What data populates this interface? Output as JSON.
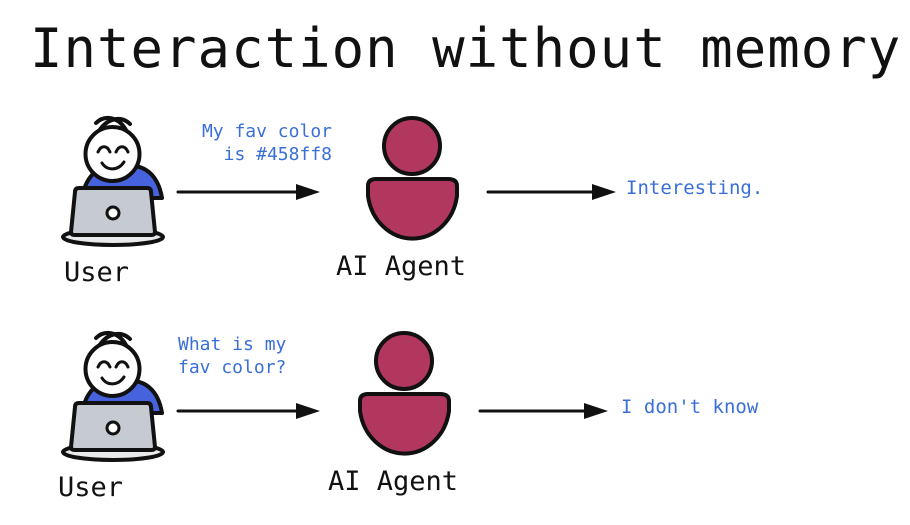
{
  "slide": {
    "title": "Interaction without memory",
    "background_color": "#ffffff"
  },
  "colors": {
    "title_text": "#111111",
    "blue_text": "#3a6fd8",
    "user_shirt": "#4663dd",
    "agent_fill": "#b2375e",
    "laptop_gray": "#c6cbd1",
    "outline": "#111111"
  },
  "exchanges": [
    {
      "user_label": "User",
      "user_message": "My fav color\nis #458ff8",
      "agent_label": "AI Agent",
      "agent_response": "Interesting."
    },
    {
      "user_label": "User",
      "user_message": "What is my\nfav color?",
      "agent_label": "AI Agent",
      "agent_response": "I don't know"
    }
  ]
}
